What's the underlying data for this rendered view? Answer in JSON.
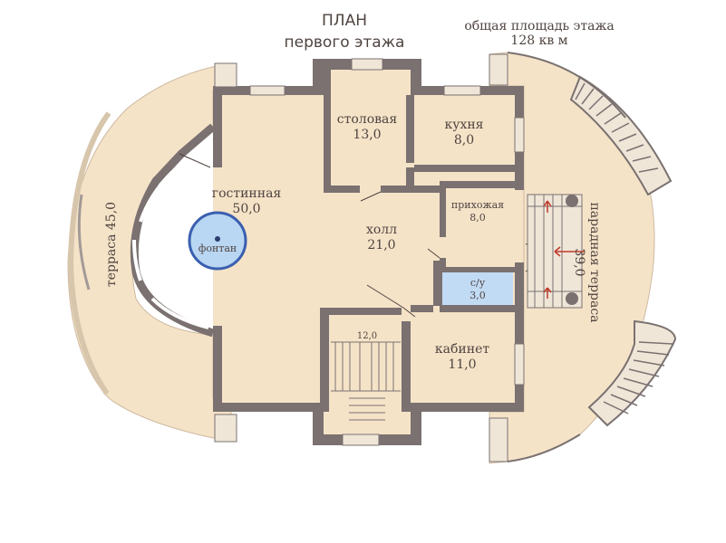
{
  "title": {
    "line1": "ПЛАН",
    "line2": "первого этажа"
  },
  "total_area": {
    "line1": "общая площадь этажа",
    "line2": "128 кв м"
  },
  "rooms": {
    "dining": {
      "name": "столовая",
      "area": "13,0"
    },
    "kitchen": {
      "name": "кухня",
      "area": "8,0"
    },
    "living": {
      "name": "гостинная",
      "area": "50,0"
    },
    "fountain": {
      "name": "фонтан"
    },
    "hall": {
      "name": "холл",
      "area": "21,0"
    },
    "entry": {
      "name": "прихожая",
      "area": "8,0"
    },
    "bath": {
      "name": "с/у",
      "area": "3,0"
    },
    "stairs": {
      "area": "12,0"
    },
    "office": {
      "name": "кабинет",
      "area": "11,0"
    },
    "terrace_left": {
      "label": "терраса 45,0"
    },
    "terrace_front": {
      "name": "парадная терраса",
      "area": "39,0"
    }
  },
  "colors": {
    "floor": "#f5e3c8",
    "wall": "#7a7170",
    "fountain": "#b9d6f2",
    "bath": "#c2dbf5",
    "text": "#4f4440",
    "arrow": "#c0392b"
  }
}
